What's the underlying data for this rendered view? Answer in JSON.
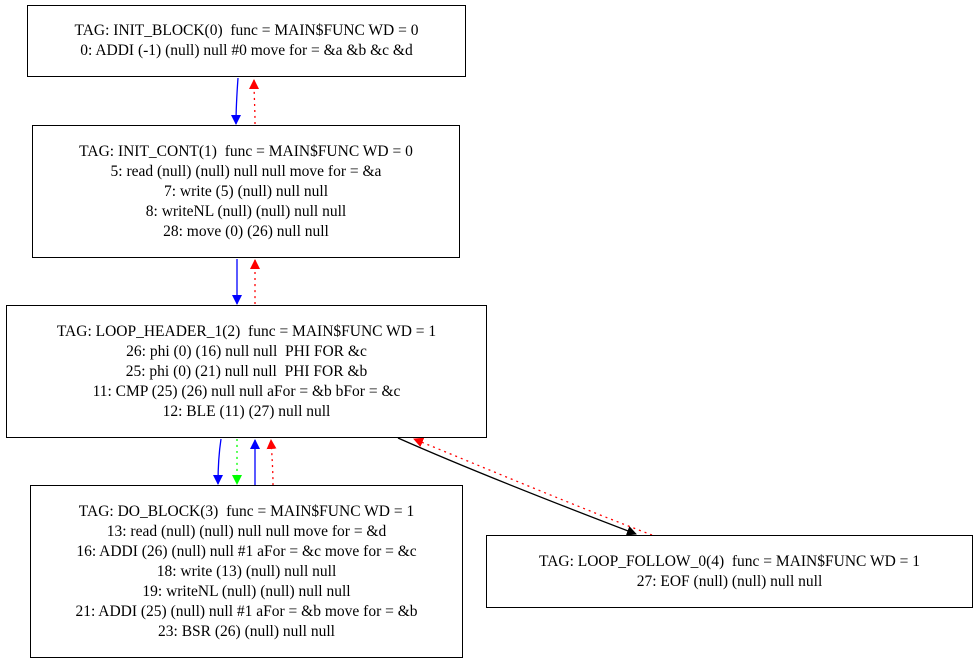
{
  "colors": {
    "blue": "#0000ff",
    "red": "#ff0000",
    "green": "#00ff00",
    "black": "#000000"
  },
  "nodes": {
    "init_block": {
      "lines": [
        "TAG: INIT_BLOCK(0)  func = MAIN$FUNC WD = 0",
        "0: ADDI (-1) (null) null #0 move for = &a &b &c &d"
      ]
    },
    "init_cont": {
      "lines": [
        "TAG: INIT_CONT(1)  func = MAIN$FUNC WD = 0",
        "5: read (null) (null) null null move for = &a",
        "7: write (5) (null) null null",
        "8: writeNL (null) (null) null null",
        "28: move (0) (26) null null"
      ]
    },
    "loop_header": {
      "lines": [
        "TAG: LOOP_HEADER_1(2)  func = MAIN$FUNC WD = 1",
        "26: phi (0) (16) null null  PHI FOR &c",
        "25: phi (0) (21) null null  PHI FOR &b",
        "11: CMP (25) (26) null null aFor = &b bFor = &c",
        "12: BLE (11) (27) null null"
      ]
    },
    "do_block": {
      "lines": [
        "TAG: DO_BLOCK(3)  func = MAIN$FUNC WD = 1",
        "13: read (null) (null) null null move for = &d",
        "16: ADDI (26) (null) null #1 aFor = &c move for = &c",
        "18: write (13) (null) null null",
        "19: writeNL (null) (null) null null",
        "21: ADDI (25) (null) null #1 aFor = &b move for = &b",
        "23: BSR (26) (null) null null"
      ]
    },
    "loop_follow": {
      "lines": [
        "TAG: LOOP_FOLLOW_0(4)  func = MAIN$FUNC WD = 1",
        "27: EOF (null) (null) null null"
      ]
    }
  },
  "edges": [
    {
      "id": "init-block-to-init-cont",
      "color": "blue",
      "style": "solid"
    },
    {
      "id": "init-cont-to-init-block",
      "color": "red",
      "style": "dotted"
    },
    {
      "id": "init-cont-to-loop-header",
      "color": "blue",
      "style": "solid"
    },
    {
      "id": "loop-header-to-init-cont",
      "color": "red",
      "style": "dotted"
    },
    {
      "id": "loop-header-to-do-block",
      "color": "blue",
      "style": "solid"
    },
    {
      "id": "loop-header-to-do-block-green",
      "color": "green",
      "style": "dotted"
    },
    {
      "id": "do-block-to-loop-header",
      "color": "blue",
      "style": "solid"
    },
    {
      "id": "do-block-to-loop-header-red",
      "color": "red",
      "style": "dotted"
    },
    {
      "id": "loop-header-to-loop-follow",
      "color": "black",
      "style": "solid"
    },
    {
      "id": "loop-follow-to-loop-header",
      "color": "red",
      "style": "dotted"
    }
  ]
}
